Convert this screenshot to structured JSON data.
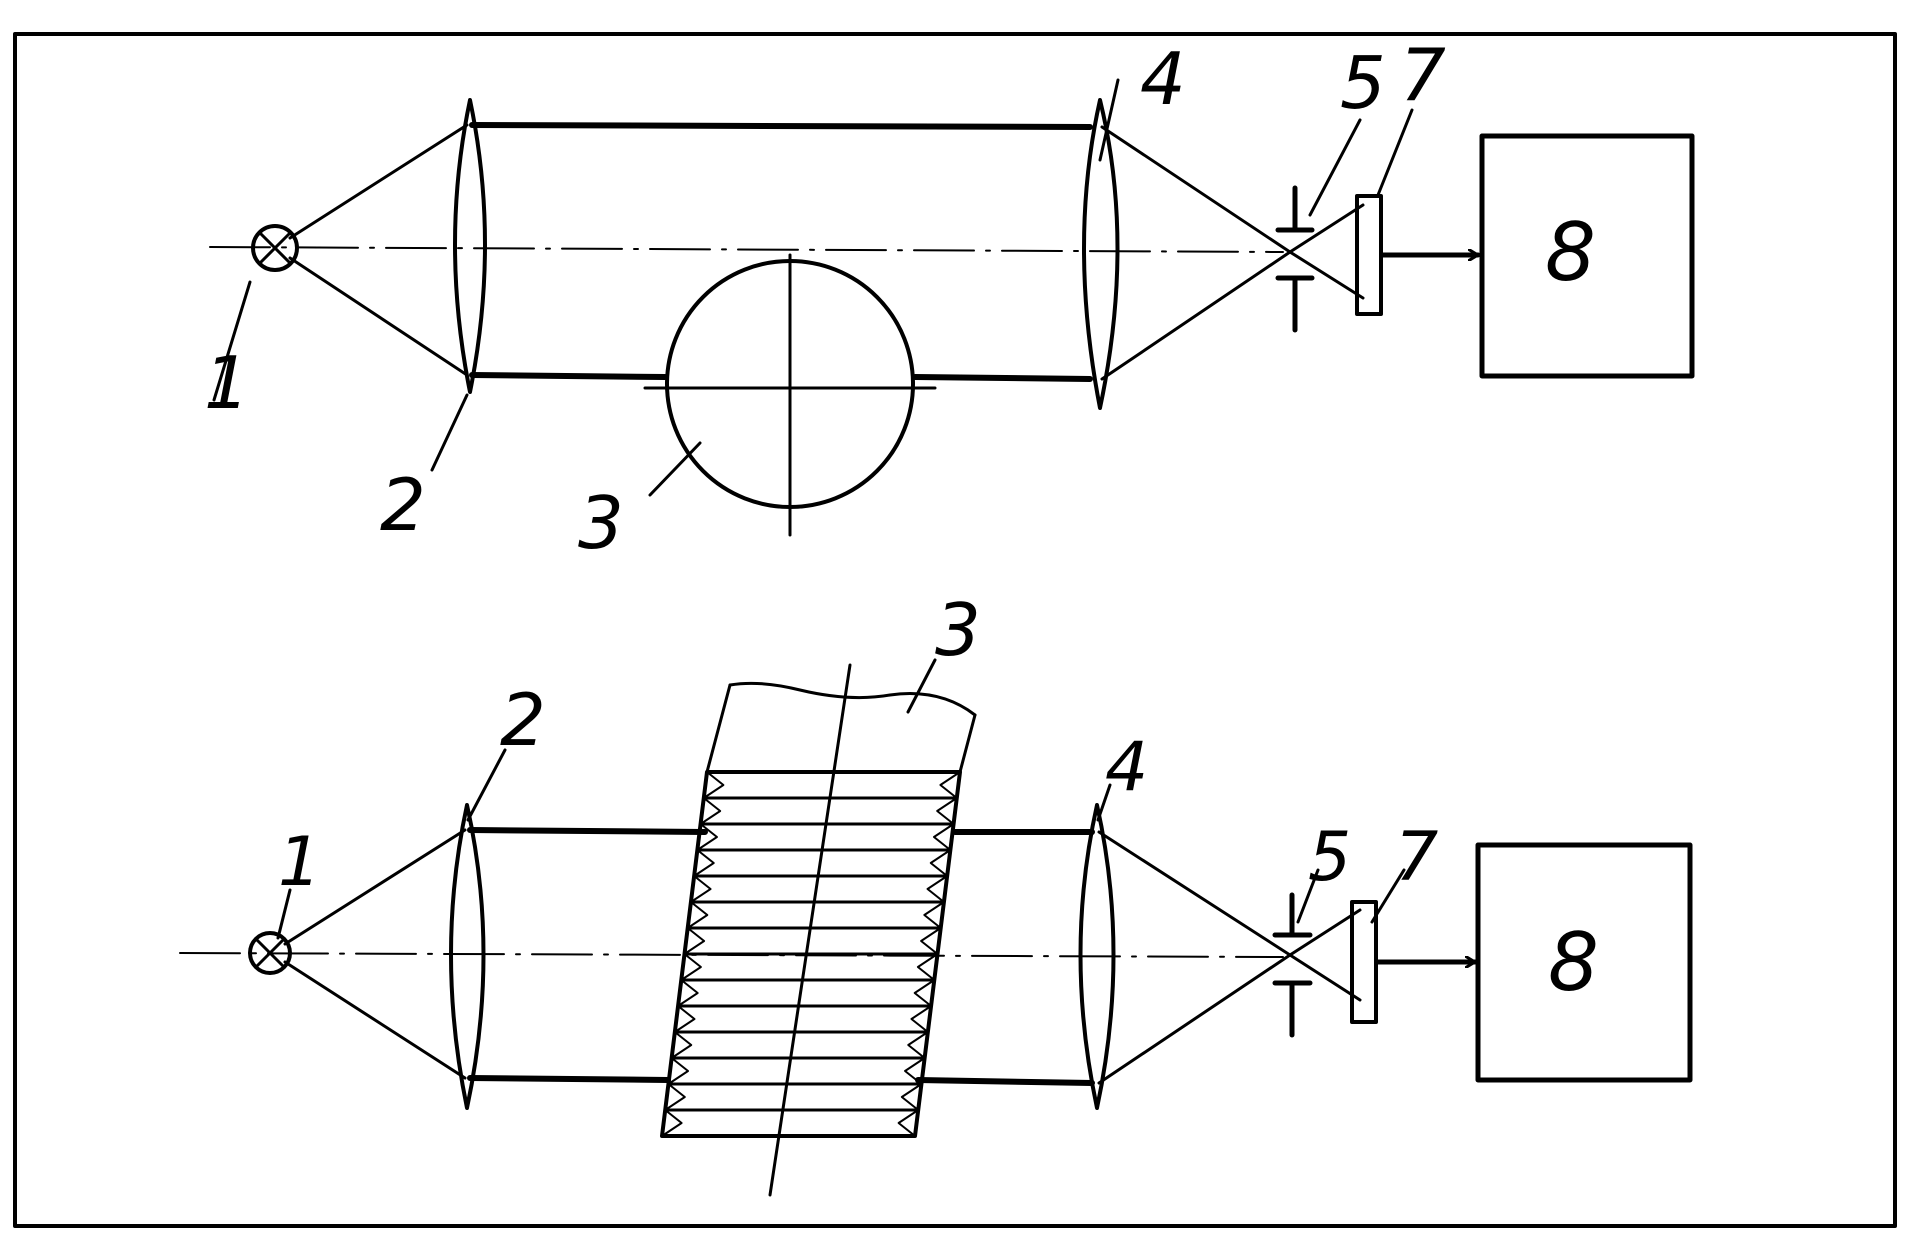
{
  "top": {
    "labels": {
      "source": "1",
      "lens1": "2",
      "object": "3",
      "lens2": "4",
      "aperture": "5",
      "detector": "7",
      "unit": "8"
    }
  },
  "bottom": {
    "labels": {
      "source": "1",
      "lens1": "2",
      "object": "3",
      "lens2": "4",
      "aperture": "5",
      "detector": "7",
      "unit": "8"
    }
  }
}
